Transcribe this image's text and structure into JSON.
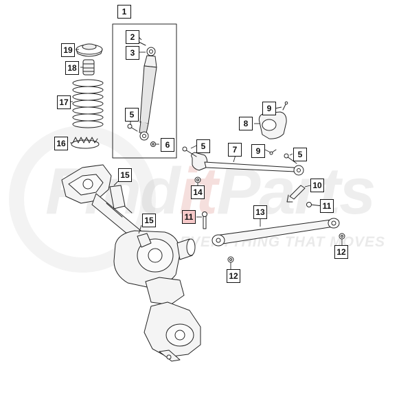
{
  "watermark": {
    "brand_left": "Find",
    "brand_mid": "it",
    "brand_right": "Parts",
    "tagline": "EVERYTHING THAT MOVES",
    "accent_color": "#c0392b"
  },
  "callouts": [
    {
      "id": "c1",
      "label": "1"
    },
    {
      "id": "c2",
      "label": "2"
    },
    {
      "id": "c3",
      "label": "3"
    },
    {
      "id": "c5a",
      "label": "5"
    },
    {
      "id": "c6",
      "label": "6"
    },
    {
      "id": "c19",
      "label": "19"
    },
    {
      "id": "c18",
      "label": "18"
    },
    {
      "id": "c17",
      "label": "17"
    },
    {
      "id": "c16",
      "label": "16"
    },
    {
      "id": "c9a",
      "label": "9"
    },
    {
      "id": "c8",
      "label": "8"
    },
    {
      "id": "c5b",
      "label": "5"
    },
    {
      "id": "c7",
      "label": "7"
    },
    {
      "id": "c9b",
      "label": "9"
    },
    {
      "id": "c5c",
      "label": "5"
    },
    {
      "id": "c15a",
      "label": "15"
    },
    {
      "id": "c14",
      "label": "14"
    },
    {
      "id": "c10",
      "label": "10"
    },
    {
      "id": "c13",
      "label": "13"
    },
    {
      "id": "c11a",
      "label": "11"
    },
    {
      "id": "c11b",
      "label": "11"
    },
    {
      "id": "c15b",
      "label": "15"
    },
    {
      "id": "c12a",
      "label": "12"
    },
    {
      "id": "c12b",
      "label": "12"
    }
  ],
  "highlight_color": "#f6c9c9"
}
